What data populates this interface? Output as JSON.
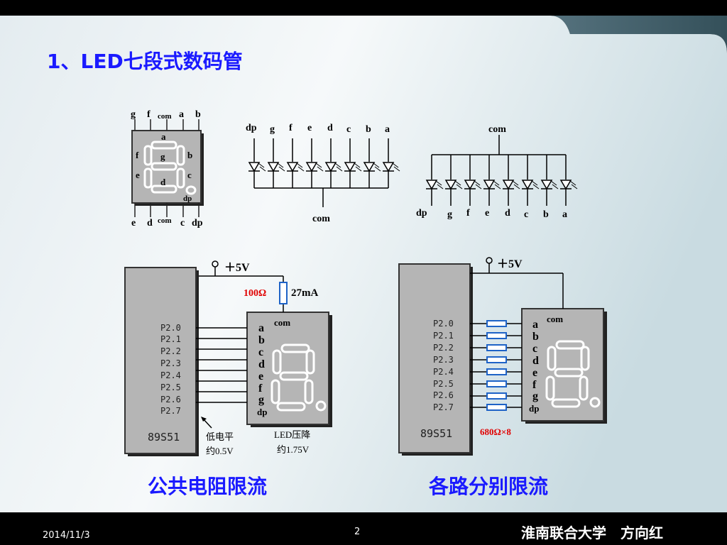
{
  "slide": {
    "title": "1、LED七段式数码管",
    "page_number": "2",
    "date": "2014/11/3",
    "footer_author": "淮南联合大学　方向红"
  },
  "pinout": {
    "top_pins": [
      "g",
      "f",
      "com",
      "a",
      "b"
    ],
    "bottom_pins": [
      "e",
      "d",
      "com",
      "c",
      "dp"
    ],
    "segments": {
      "a": "a",
      "b": "b",
      "c": "c",
      "d": "d",
      "e": "e",
      "f": "f",
      "g": "g",
      "dp": "dp"
    }
  },
  "common_anode": {
    "pins": [
      "dp",
      "g",
      "f",
      "e",
      "d",
      "c",
      "b",
      "a"
    ],
    "com": "com"
  },
  "common_cathode": {
    "pins": [
      "dp",
      "g",
      "f",
      "e",
      "d",
      "c",
      "b",
      "a"
    ],
    "com": "com"
  },
  "left_circuit": {
    "supply": "＋5V",
    "resistor": "100Ω",
    "current": "27mA",
    "ports": [
      "P2.0",
      "P2.1",
      "P2.2",
      "P2.3",
      "P2.4",
      "P2.5",
      "P2.6",
      "P2.7"
    ],
    "chip": "89S51",
    "segments": [
      "a",
      "b",
      "c",
      "d",
      "e",
      "f",
      "g",
      "dp"
    ],
    "com": "com",
    "low_level_1": "低电平",
    "low_level_2": "约0.5V",
    "led_drop_1": "LED压降",
    "led_drop_2": "约1.75V",
    "caption": "公共电阻限流"
  },
  "right_circuit": {
    "supply": "＋5V",
    "ports": [
      "P2.0",
      "P2.1",
      "P2.2",
      "P2.3",
      "P2.4",
      "P2.5",
      "P2.6",
      "P2.7"
    ],
    "chip": "89S51",
    "resistor": "680Ω×8",
    "segments": [
      "a",
      "b",
      "c",
      "d",
      "e",
      "f",
      "g",
      "dp"
    ],
    "com": "com",
    "caption": "各路分别限流"
  }
}
